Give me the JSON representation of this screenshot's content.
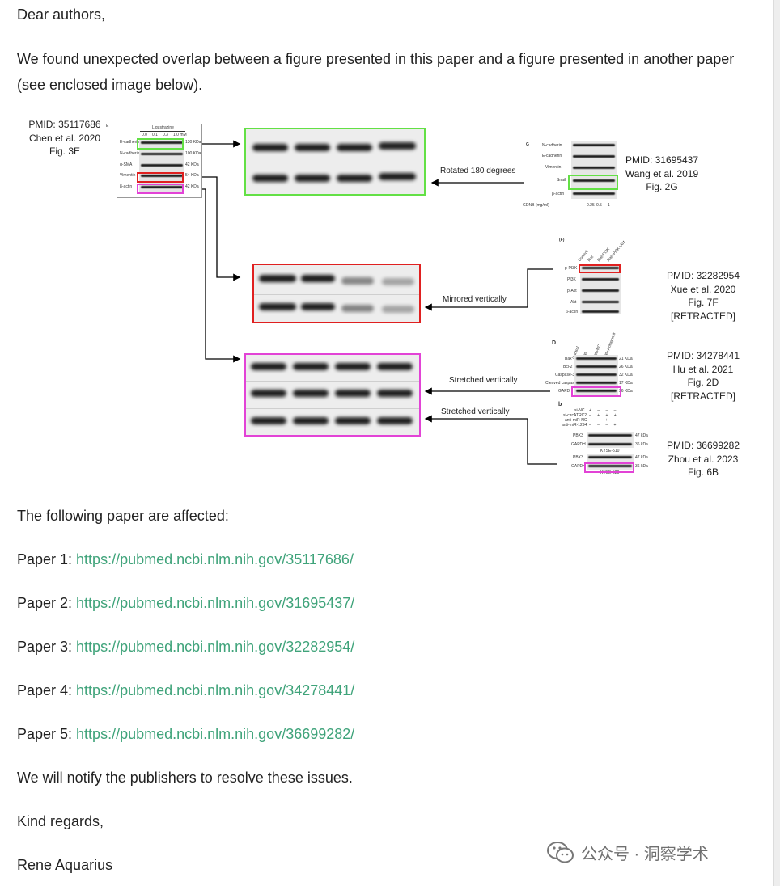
{
  "greeting": "Dear authors,",
  "intro": "We found unexpected overlap between a figure presented in this paper and a figure presented in another paper (see enclosed image below).",
  "figure": {
    "source": {
      "pmid": "PMID: 35117686",
      "author": "Chen et al. 2020",
      "fig": "Fig. 3E",
      "panel": "E",
      "treatment": "Ligustrazine",
      "doses": [
        "0.0",
        "0.1",
        "0.3",
        "1.0 mM"
      ],
      "rows": [
        "E-cadherin",
        "N-cadherin",
        "α-SMA",
        "Vimentin",
        "β-actin"
      ],
      "kda": [
        "130 KDa",
        "100 KDa",
        "42 KDa",
        "54 KDa",
        "42 KDa"
      ]
    },
    "c1": {
      "pmid": "PMID: 31695437",
      "author": "Wang et al. 2019",
      "fig": "Fig. 2G",
      "panel": "G",
      "rows": [
        "N-cadherin",
        "E-cadherin",
        "Vimentin",
        "Snail",
        "β-actin"
      ],
      "x_label": "GDNB (mg/ml)",
      "x_values": [
        "–",
        "0.25",
        "0.5",
        "1"
      ]
    },
    "c2": {
      "pmid": "PMID: 32282954",
      "author": "Xue et al. 2020",
      "fig": "Fig. 7F",
      "status": "[RETRACTED]",
      "panel": "(F)",
      "cols": [
        "Control",
        "Rat",
        "Rat-PI3K",
        "Rat+PI3K+Akt"
      ],
      "rows": [
        "p-PI3K",
        "PI3K",
        "p-Akt",
        "Akt",
        "β-actin"
      ]
    },
    "c3": {
      "pmid": "PMID: 34278441",
      "author": "Hu et al. 2021",
      "fig": "Fig. 2D",
      "status": "[RETRACTED]",
      "panel": "D",
      "cols": [
        "Control",
        "H/R",
        "H/R+NC",
        "H/R+Antagomir"
      ],
      "rows": [
        "Bax",
        "Bcl-2",
        "Caspase-3",
        "Cleaved caspase-3",
        "GAPDH"
      ],
      "kda": [
        "21 KDa",
        "26 KDa",
        "32 KDa",
        "17 KDa",
        "36 KDa"
      ]
    },
    "c4": {
      "pmid": "PMID: 36699282",
      "author": "Zhou et al. 2023",
      "fig": "Fig. 6B",
      "panel": "b",
      "conds": [
        "si-NC",
        "si-circATRC2",
        "anti-miR-NC",
        "anti-miR-1294"
      ],
      "signs": [
        "+ – – –",
        "– + + +",
        "– – + –",
        "– – – +"
      ],
      "rows": [
        "PBX3",
        "GAPDH",
        "PBX3",
        "GAPDH"
      ],
      "kda": [
        "47 kDa",
        "36 kDa",
        "47 kDa",
        "36 kDa"
      ],
      "cells": [
        "KYSE-510",
        "KYSE-520"
      ]
    },
    "annotations": {
      "rotated": "Rotated 180 degrees",
      "mirrored": "Mirrored vertically",
      "stretched1": "Stretched vertically",
      "stretched2": "Stretched vertically"
    },
    "colors": {
      "green": "#63e045",
      "red": "#e02020",
      "magenta": "#e243d6"
    }
  },
  "affected_heading": "The following paper are affected:",
  "papers": [
    {
      "label": "Paper 1: ",
      "url": "https://pubmed.ncbi.nlm.nih.gov/35117686/"
    },
    {
      "label": "Paper 2: ",
      "url": "https://pubmed.ncbi.nlm.nih.gov/31695437/"
    },
    {
      "label": "Paper 3: ",
      "url": "https://pubmed.ncbi.nlm.nih.gov/32282954/"
    },
    {
      "label": "Paper 4: ",
      "url": "https://pubmed.ncbi.nlm.nih.gov/34278441/"
    },
    {
      "label": "Paper 5: ",
      "url": "https://pubmed.ncbi.nlm.nih.gov/36699282/"
    }
  ],
  "notify": "We will notify the publishers to resolve these issues.",
  "closing": "Kind regards,",
  "signature": "Rene Aquarius",
  "watermark": {
    "text": "公众号 · 洞察学术",
    "icon": "wechat-icon"
  }
}
